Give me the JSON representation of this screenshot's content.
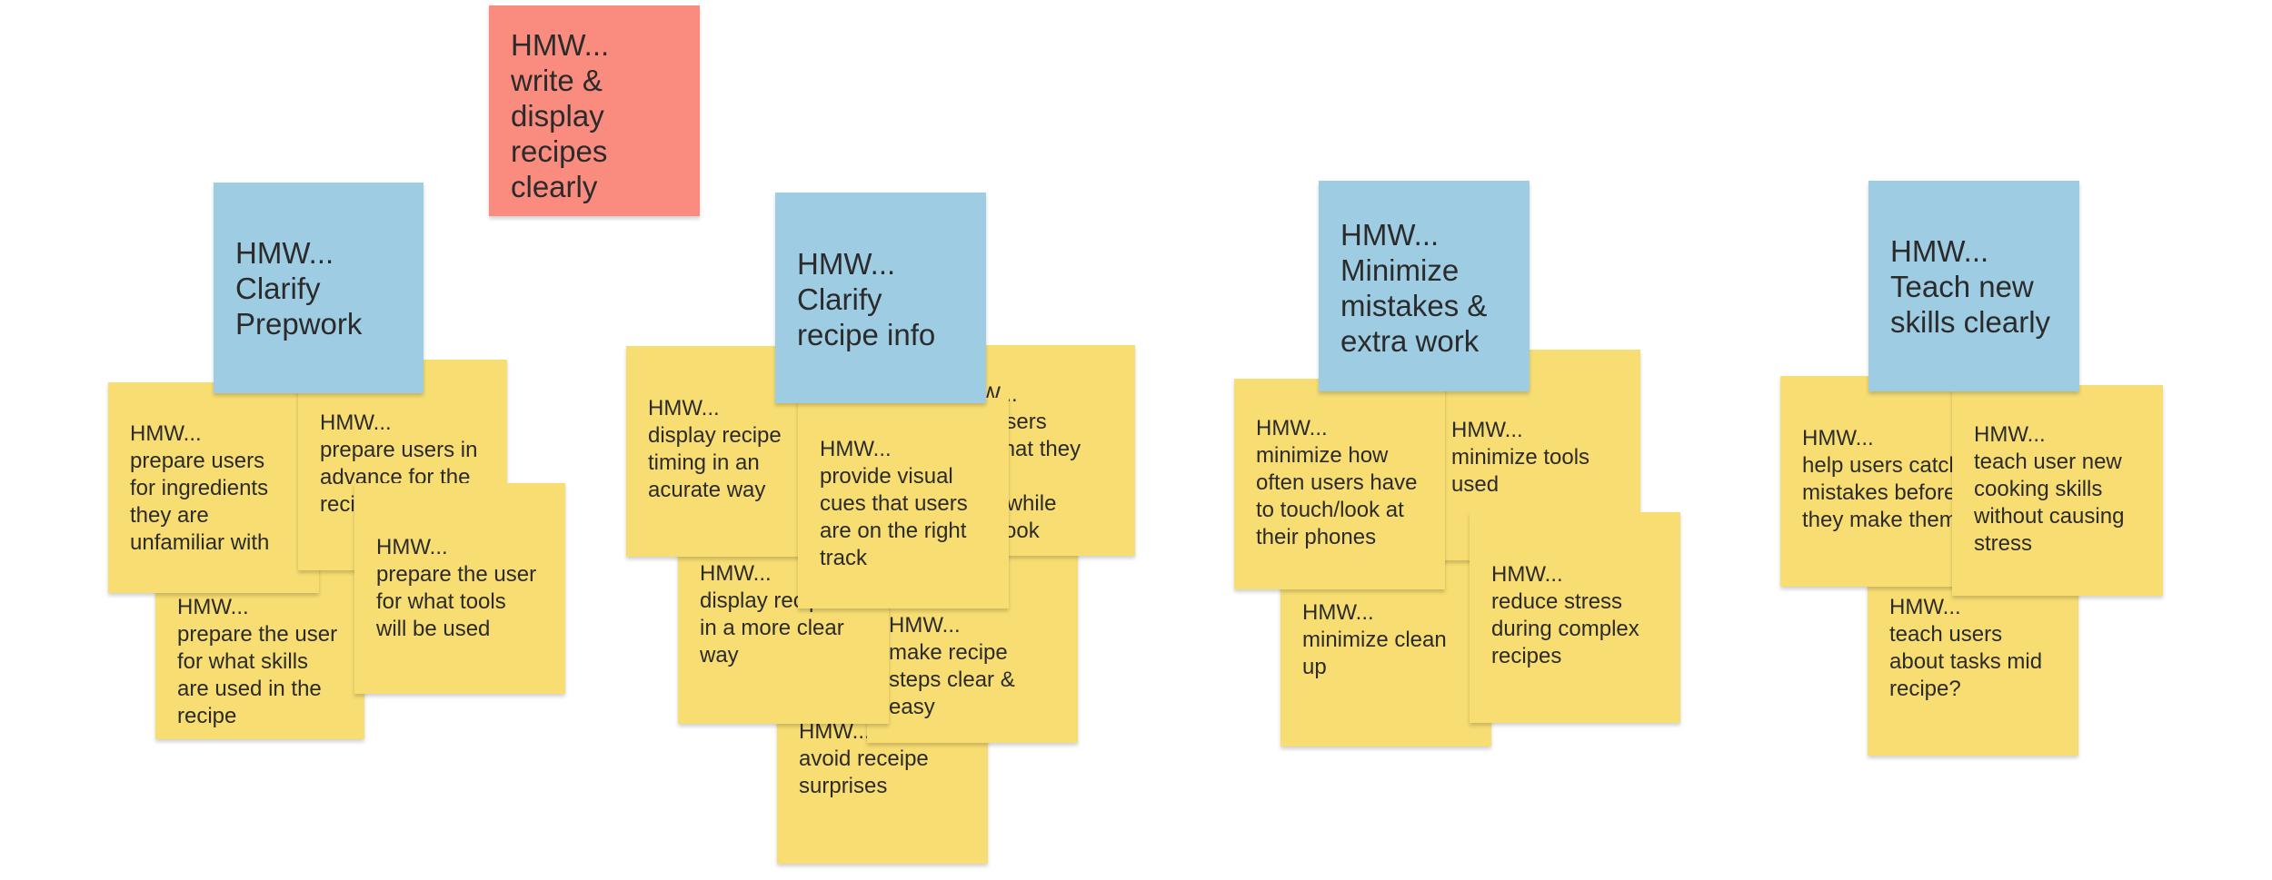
{
  "notes": [
    {
      "id": "write-display",
      "color": "red",
      "text": "HMW...\nwrite &\ndisplay\nrecipes\nclearly"
    },
    {
      "id": "prep-skills",
      "color": "yellow",
      "text": "HMW...\nprepare the user\nfor what skills\nare used in the\nrecipe"
    },
    {
      "id": "prep-ingredients",
      "color": "yellow",
      "text": "HMW...\nprepare users\nfor ingredients\nthey are\nunfamiliar with"
    },
    {
      "id": "prep-advance",
      "color": "yellow",
      "text": "HMW...\nprepare users in\nadvance for the\nrecipe"
    },
    {
      "id": "prep-tools",
      "color": "yellow",
      "text": "HMW...\nprepare the user\nfor what tools\nwill be used"
    },
    {
      "id": "clarify-prepwork",
      "color": "blue",
      "text": "HMW...\nClarify\nPrepwork"
    },
    {
      "id": "avoid-surprises",
      "color": "yellow",
      "text": "HMW...\navoid receipe\nsurprises"
    },
    {
      "id": "steps-clear",
      "color": "yellow",
      "text": "HMW...\nmake recipe\nsteps clear &\neasy"
    },
    {
      "id": "display-clear",
      "color": "yellow",
      "text": "HMW...\ndisplay recipes\nin a more clear\nway"
    },
    {
      "id": "users-while-cook",
      "color": "yellow",
      "text": "HMW...\nhelp users\nsee what they can\ndo on while\nthey cook"
    },
    {
      "id": "display-timing",
      "color": "yellow",
      "text": "HMW...\ndisplay recipe\ntiming in an\nacurate way"
    },
    {
      "id": "visual-cues",
      "color": "yellow",
      "text": "HMW...\nprovide visual\ncues that users\nare on the right\ntrack"
    },
    {
      "id": "clarify-recipe-info",
      "color": "blue",
      "text": "HMW...\nClarify\nrecipe info"
    },
    {
      "id": "minimize-clean",
      "color": "yellow",
      "text": "HMW...\nminimize clean\nup"
    },
    {
      "id": "minimize-tools",
      "color": "yellow",
      "text": "HMW...\nminimize tools\nused"
    },
    {
      "id": "minimize-touch",
      "color": "yellow",
      "text": "HMW...\nminimize how\noften users have\nto touch/look at\ntheir phones"
    },
    {
      "id": "reduce-stress",
      "color": "yellow",
      "text": "HMW...\nreduce stress\nduring complex\nrecipes"
    },
    {
      "id": "minimize-mistakes",
      "color": "blue",
      "text": "HMW...\nMinimize\nmistakes &\nextra work"
    },
    {
      "id": "teach-tasks",
      "color": "yellow",
      "text": "HMW...\nteach users\nabout tasks mid\nrecipe?"
    },
    {
      "id": "catch-mistakes",
      "color": "yellow",
      "text": "HMW...\nhelp users catch\nmistakes before\nthey make them"
    },
    {
      "id": "teach-cooking",
      "color": "yellow",
      "text": "HMW...\nteach user new\ncooking skills\nwithout causing\nstress"
    },
    {
      "id": "teach-new-skills",
      "color": "blue",
      "text": "HMW...\nTeach new\nskills clearly"
    }
  ]
}
